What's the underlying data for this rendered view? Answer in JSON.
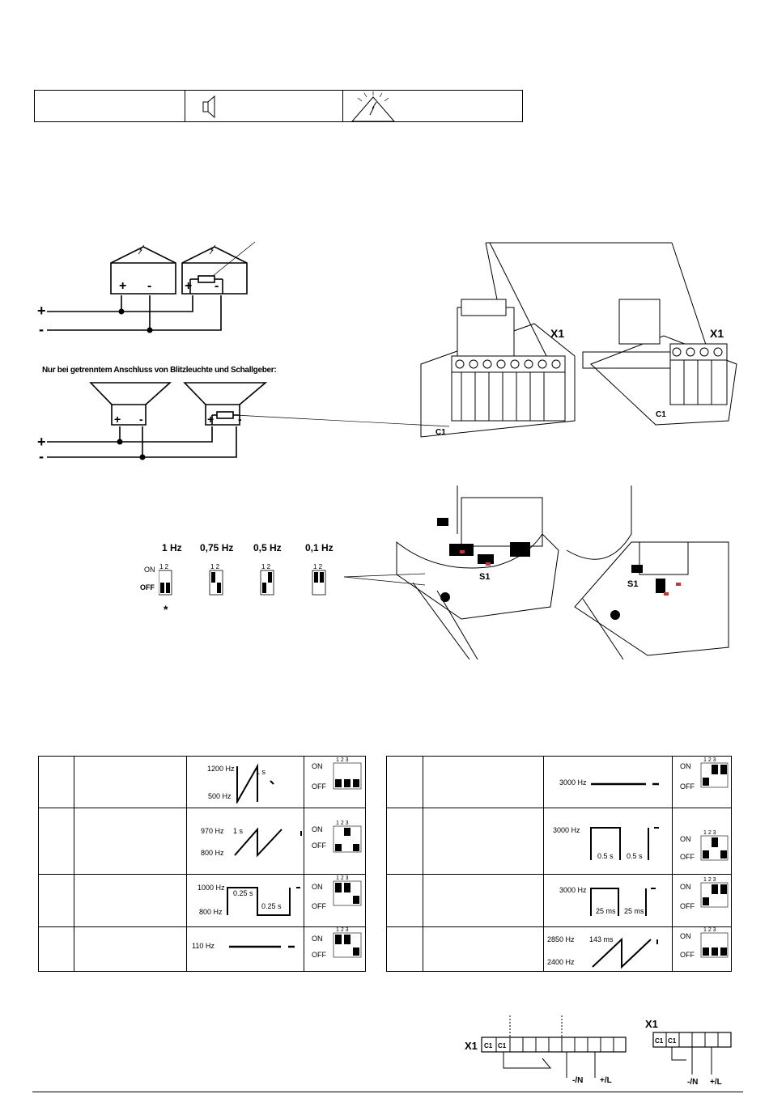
{
  "note_separate": "Nur bei getrenntem Anschluss von Blitzleuchte und Schallgeber:",
  "x1_label": "X1",
  "c1_label": "C1",
  "s1_label": "S1",
  "dip": {
    "on": "ON",
    "off": "OFF",
    "pos12": "1 2",
    "pos123": "1 2 3",
    "asterisk": "*",
    "freqs": [
      "1 Hz",
      "0,75 Hz",
      "0,5 Hz",
      "0,1 Hz"
    ]
  },
  "tones_left": [
    {
      "f_hi": "1200 Hz",
      "f_lo": "500 Hz",
      "t1": "1 s",
      "t2": ""
    },
    {
      "f_hi": "970 Hz",
      "f_lo": "800 Hz",
      "t1": "1 s",
      "t2": ""
    },
    {
      "f_hi": "1000 Hz",
      "f_lo": "800 Hz",
      "t1": "0.25 s",
      "t2": "0.25 s"
    },
    {
      "f_hi": "110 Hz",
      "f_lo": "",
      "t1": "",
      "t2": ""
    }
  ],
  "tones_right": [
    {
      "f_hi": "3000 Hz",
      "f_lo": "",
      "t1": "",
      "t2": ""
    },
    {
      "f_hi": "3000 Hz",
      "f_lo": "",
      "t1": "0.5 s",
      "t2": "0.5 s"
    },
    {
      "f_hi": "3000 Hz",
      "f_lo": "",
      "t1": "25 ms",
      "t2": "25 ms"
    },
    {
      "f_hi": "2850 Hz",
      "f_lo": "2400 Hz",
      "t1": "143 ms",
      "t2": ""
    }
  ],
  "bottom": {
    "minus_n": "-/N",
    "plus_l": "+/L"
  }
}
